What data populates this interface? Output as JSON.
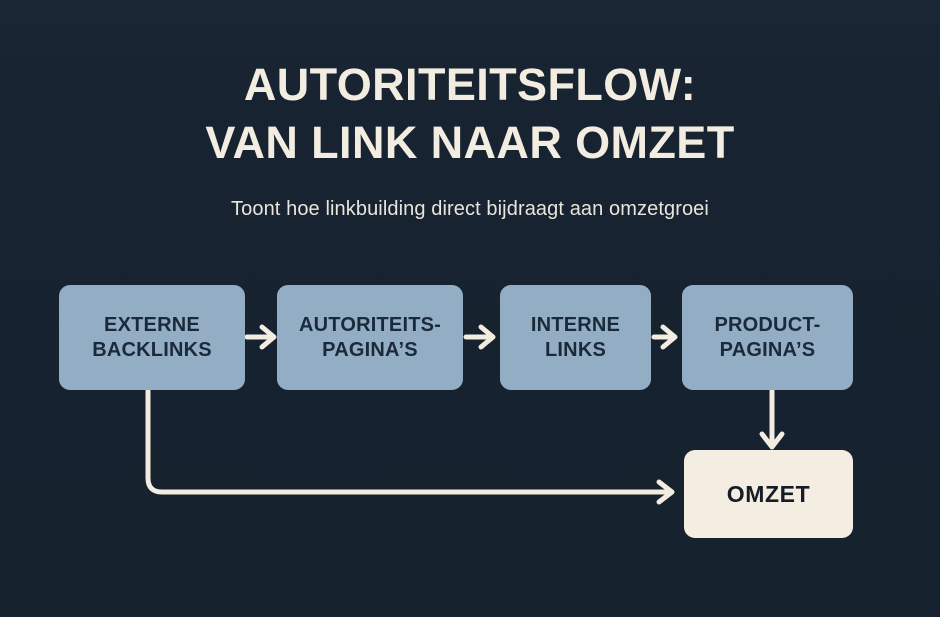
{
  "header": {
    "title": "AUTORITEITSFLOW:\nVAN LINK NAAR OMZET",
    "title_line_1": "AUTORITEITSFLOW:",
    "title_line_2": "VAN LINK NAAR OMZET",
    "subtitle": "Toont hoe linkbuilding direct bijdraagt aan omzetgroei"
  },
  "colors": {
    "background": "#172330",
    "step_fill": "#93aec4",
    "step_text": "#1b2a3a",
    "goal_fill": "#f4ede2",
    "goal_text": "#151d26",
    "title_text": "#f2ece1",
    "subtitle_text": "#e9e4dc",
    "connector": "#f2ece1"
  },
  "flow": {
    "nodes": [
      {
        "id": "externe-backlinks",
        "label": "EXTERNE\nBACKLINKS",
        "type": "step"
      },
      {
        "id": "autoriteitspaginas",
        "label": "AUTORITEITS-\nPAGINA’S",
        "type": "step"
      },
      {
        "id": "interne-links",
        "label": "INTERNE\nLINKS",
        "type": "step"
      },
      {
        "id": "productpaginas",
        "label": "PRODUCT-\nPAGINA’S",
        "type": "step"
      },
      {
        "id": "omzet",
        "label": "OMZET",
        "type": "goal"
      }
    ],
    "connectors": [
      {
        "from": "externe-backlinks",
        "to": "autoriteitspaginas",
        "shape": "horizontal-arrow"
      },
      {
        "from": "autoriteitspaginas",
        "to": "interne-links",
        "shape": "horizontal-arrow"
      },
      {
        "from": "interne-links",
        "to": "productpaginas",
        "shape": "horizontal-arrow"
      },
      {
        "from": "productpaginas",
        "to": "omzet",
        "shape": "vertical-arrow"
      },
      {
        "from": "externe-backlinks",
        "to": "omzet",
        "shape": "elbow-arrow"
      }
    ]
  }
}
